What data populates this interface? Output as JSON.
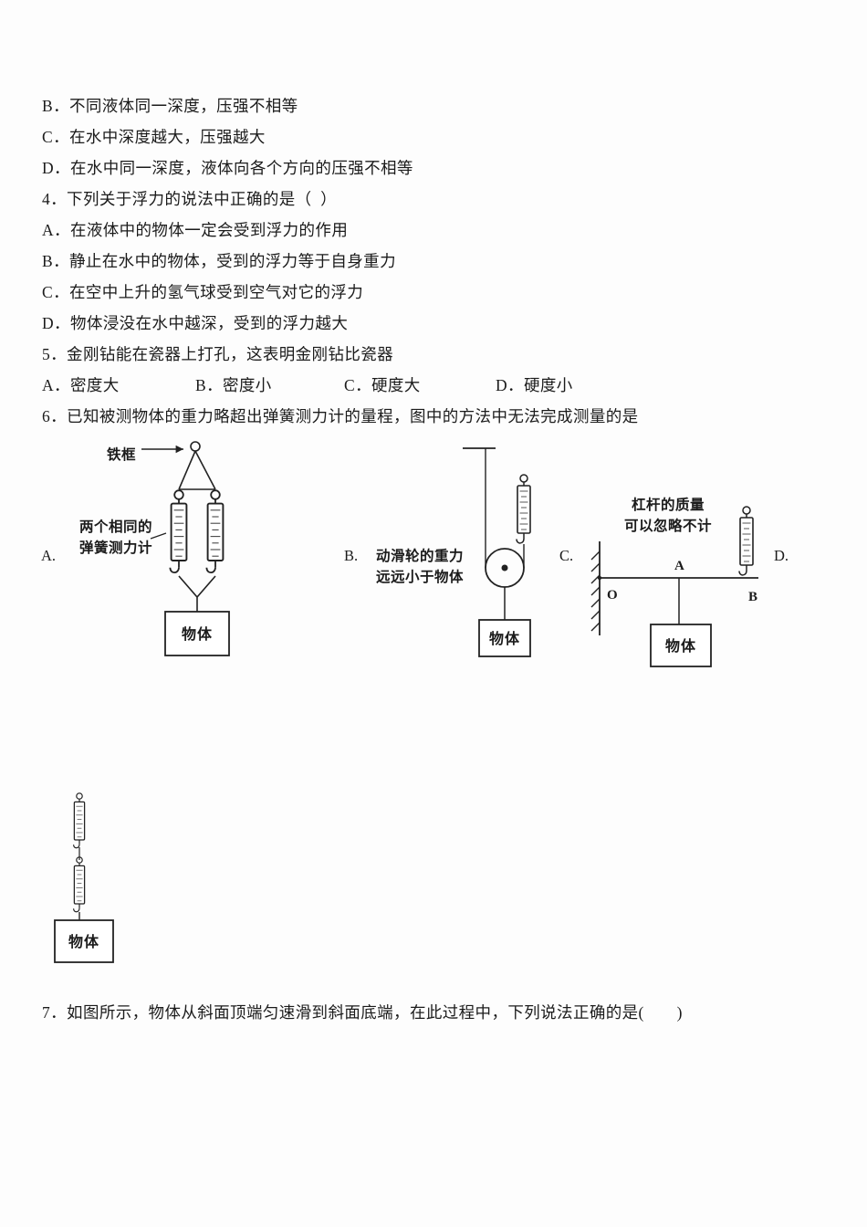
{
  "doc": {
    "q3_options": [
      "B．不同液体同一深度，压强不相等",
      "C．在水中深度越大，压强越大",
      "D．在水中同一深度，液体向各个方向的压强不相等"
    ],
    "q4_stem": "4．下列关于浮力的说法中正确的是（  ）",
    "q4_options": [
      "A．在液体中的物体一定会受到浮力的作用",
      "B．静止在水中的物体，受到的浮力等于自身重力",
      "C．在空中上升的氢气球受到空气对它的浮力",
      "D．物体浸没在水中越深，受到的浮力越大"
    ],
    "q5_stem": "5．金刚钻能在瓷器上打孔，这表明金刚钻比瓷器",
    "q5_options": [
      "A．密度大",
      "B．密度小",
      "C．硬度大",
      "D．硬度小"
    ],
    "q6_stem": "6．已知被测物体的重力略超出弹簧测力计的量程，图中的方法中无法完成测量的是",
    "q7_stem": "7．如图所示，物体从斜面顶端匀速滑到斜面底端，在此过程中，下列说法正确的是(　　)"
  },
  "fig": {
    "labelA": "A.",
    "labelB": "B.",
    "labelC": "C.",
    "labelD": "D.",
    "iron_frame": "铁框",
    "two_scales_line1": "两个相同的",
    "two_scales_line2": "弹簧测力计",
    "pulley_note_line1": "动滑轮的重力",
    "pulley_note_line2": "远远小于物体",
    "lever_note_line1": "杠杆的质量",
    "lever_note_line2": "可以忽略不计",
    "point_o": "O",
    "point_a": "A",
    "point_b": "B",
    "object": "物体"
  }
}
